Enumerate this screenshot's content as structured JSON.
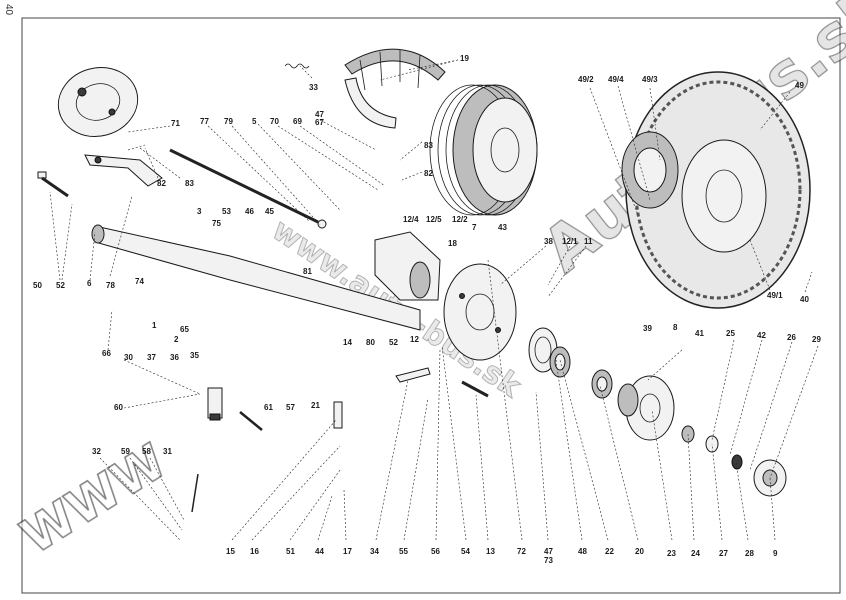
{
  "page_number": "40",
  "watermark": {
    "top": "Auto-bus.sk",
    "middle": "www.auto-bus.sk",
    "bottom": "WWW"
  },
  "part_numbers": [
    "33",
    "19",
    "47",
    "67",
    "71",
    "77",
    "79",
    "5",
    "70",
    "69",
    "83",
    "82",
    "83",
    "82",
    "7",
    "49/2",
    "49/4",
    "49/3",
    "49",
    "38",
    "12/1",
    "11",
    "43",
    "18",
    "12/2",
    "12/5",
    "12/4",
    "3",
    "53",
    "46",
    "45",
    "75",
    "81",
    "12",
    "14",
    "80",
    "52",
    "8",
    "39",
    "41",
    "25",
    "42",
    "26",
    "29",
    "49/1",
    "40",
    "50",
    "52",
    "6",
    "78",
    "74",
    "1",
    "2",
    "65",
    "66",
    "30",
    "37",
    "36",
    "35",
    "60",
    "61",
    "57",
    "21",
    "32",
    "59",
    "58",
    "31",
    "15",
    "16",
    "51",
    "44",
    "17",
    "34",
    "55",
    "56",
    "54",
    "13",
    "72",
    "47",
    "73",
    "48",
    "22",
    "20",
    "23",
    "24",
    "27",
    "28",
    "9"
  ]
}
